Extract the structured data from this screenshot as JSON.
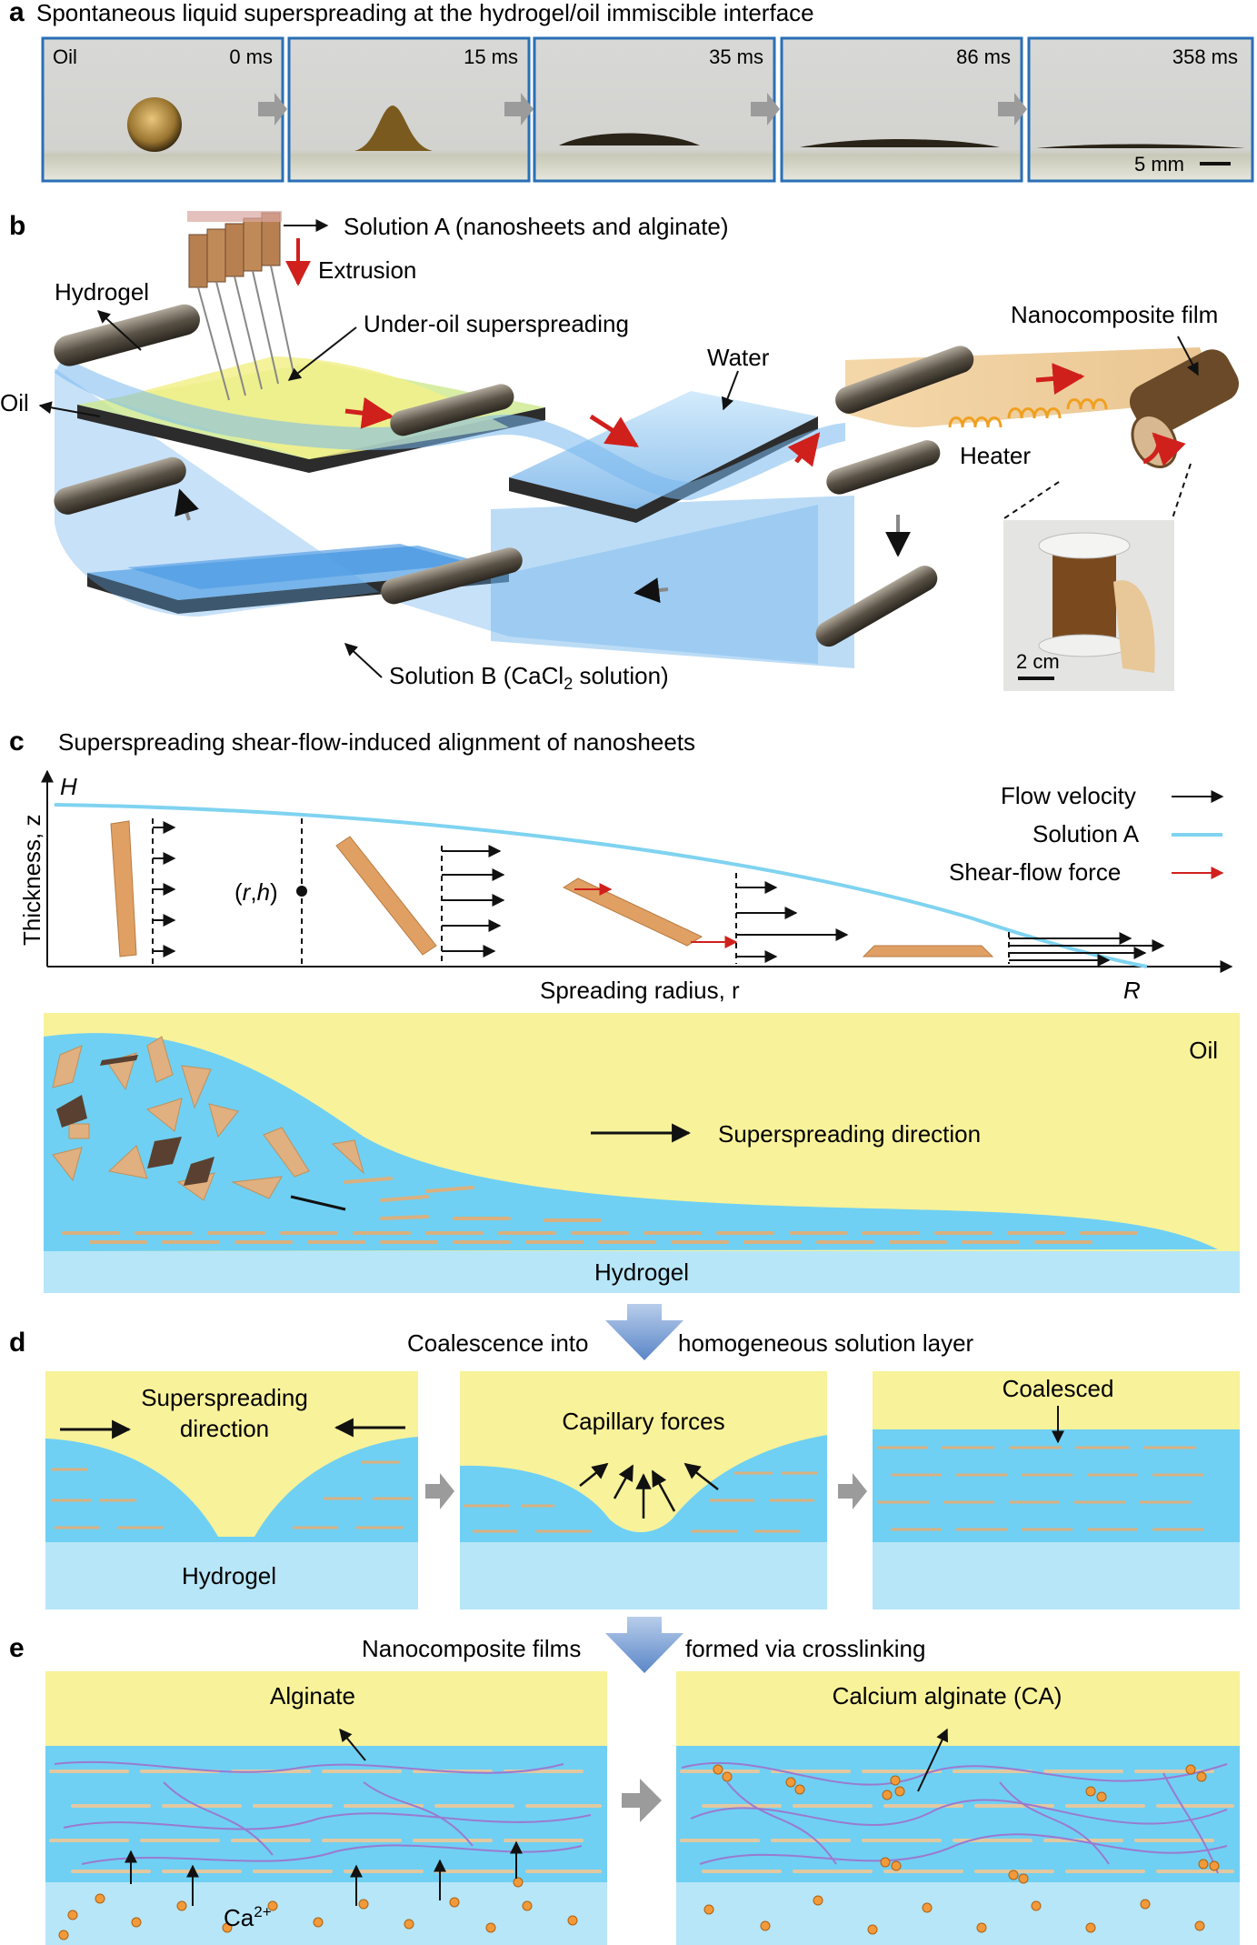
{
  "panel_a": {
    "label": "a",
    "title": "Spontaneous liquid superspreading at the hydrogel/oil immiscible interface",
    "medium": "Oil",
    "frames": [
      "0 ms",
      "15 ms",
      "35 ms",
      "86 ms",
      "358 ms"
    ],
    "scale": "5 mm"
  },
  "panel_b": {
    "label": "b",
    "solution_a": "Solution A (nanosheets and alginate)",
    "extrusion": "Extrusion",
    "hydrogel": "Hydrogel",
    "under_oil": "Under-oil superspreading",
    "oil": "Oil",
    "water": "Water",
    "film": "Nanocomposite film",
    "heater": "Heater",
    "solution_b": "Solution B (CaCl",
    "solution_b_sub": "2",
    "solution_b_end": " solution)",
    "photo_scale": "2 cm"
  },
  "panel_c": {
    "label": "c",
    "title": "Superspreading shear-flow-induced alignment of nanosheets",
    "h_label": "H",
    "ylabel": "Thickness, z",
    "xlabel": "Spreading radius, r",
    "r_label": "R",
    "point_open": "(",
    "point_r": "r",
    "point_comma": ",",
    "point_h": "h",
    "point_close": ")",
    "legend": [
      "Flow velocity",
      "Solution A",
      "Shear-flow force"
    ],
    "oil": "Oil",
    "direction": "Superspreading direction",
    "hydrogel": "Hydrogel"
  },
  "panel_d": {
    "label": "d",
    "title_left": "Coalescence into",
    "title_right": "homogeneous solution layer",
    "superspreading": "Superspreading",
    "direction": "direction",
    "hydrogel": "Hydrogel",
    "capillary": "Capillary forces",
    "coalesced": "Coalesced"
  },
  "panel_e": {
    "label": "e",
    "title_left": "Nanocomposite films",
    "title_right": "formed via crosslinking",
    "alginate": "Alginate",
    "ca_ion": "Ca",
    "ca_sup": "2+",
    "ca_alginate": "Calcium alginate (CA)"
  },
  "colors": {
    "oil": "#f8f29a",
    "solution": "#6fd0f3",
    "hydrogel": "#b6e6f8",
    "nanosheet": "#e0a064",
    "frame_border": "#2a6fb5",
    "accent_red": "#d0201c",
    "solution_line": "#7fd3f0"
  }
}
